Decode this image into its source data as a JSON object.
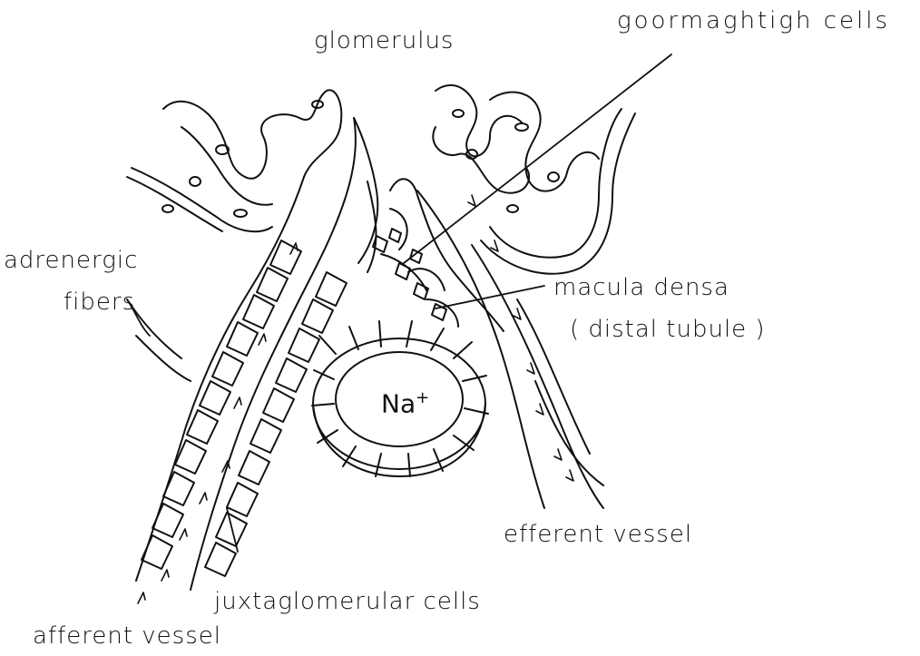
{
  "labels": {
    "glomerulus": "glomerulus",
    "goormaghtigh": "goormaghtigh    cells",
    "adrenergic_1": "adrenergic",
    "adrenergic_2": "fibers",
    "macula_1": "macula densa",
    "macula_2": "( distal tubule )",
    "na": "Na",
    "na_sup": "+",
    "efferent": "efferent vessel",
    "juxta": "juxtaglomerular cells",
    "afferent": "afferent vessel"
  }
}
